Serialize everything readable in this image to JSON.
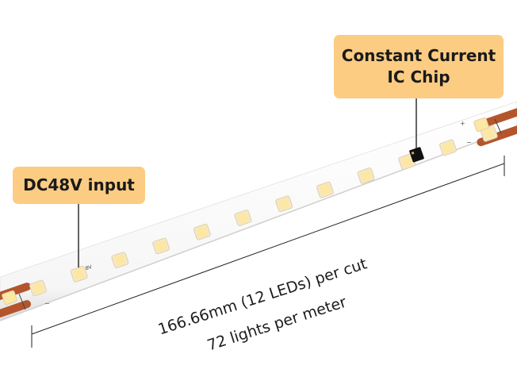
{
  "callouts": {
    "ic_chip": {
      "line1": "Constant Current",
      "line2": "IC Chip"
    },
    "dc_input": "DC48V input"
  },
  "strip": {
    "marking": "DC48V",
    "led_count_visible": 12,
    "colors": {
      "led_yellow": "#fde7a4",
      "pad_copper": "#b4552c",
      "callout_bg": "#fbcc82"
    }
  },
  "measurement": {
    "per_cut": "166.66mm (12 LEDs) per cut",
    "per_meter": "72 lights per meter"
  }
}
